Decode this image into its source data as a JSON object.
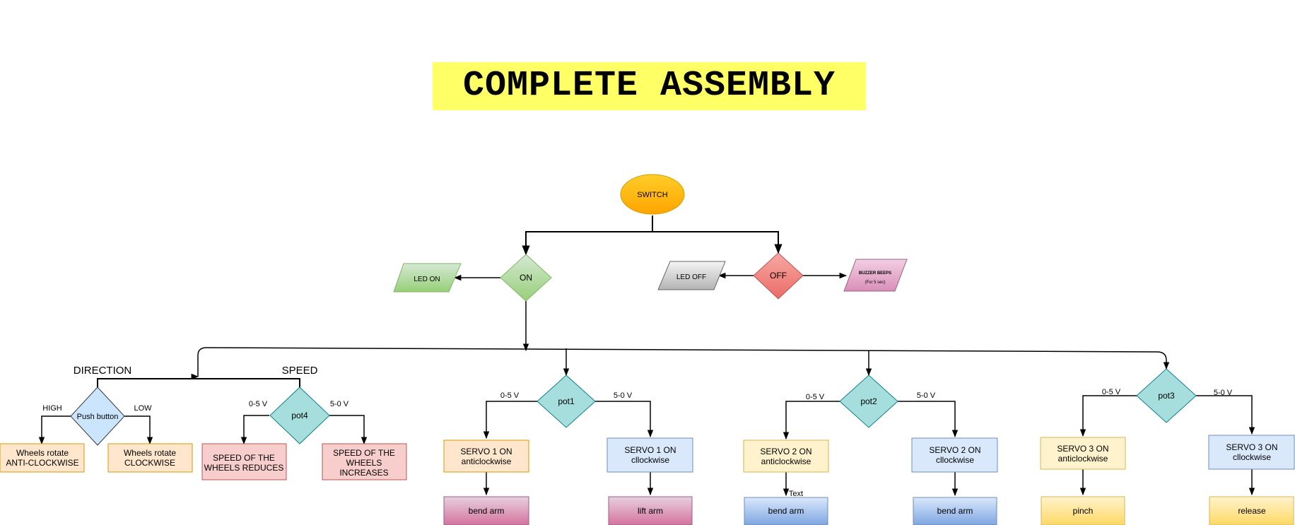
{
  "title": "COMPLETE ASSEMBLY",
  "colors": {
    "title_bg": "#ffff66",
    "switch": "#ffb300",
    "on_node": "#b5d98e",
    "off_node": "#ea6b66",
    "led_on": "#a9d18e",
    "led_off": "#cccccc",
    "buzzer": "#e6a0c4",
    "decision_teal": "#a6dede",
    "push_button": "#cce5ff",
    "orange_box": "#ffe6cc",
    "red_box": "#f8cecc",
    "blue_box": "#dae8fc",
    "yellow_box": "#fff2cc",
    "pink_action": "#e0a0c0",
    "blue_action": "#a9c4eb",
    "yellow_action": "#ffe07a"
  },
  "nodes": {
    "switch": "SWITCH",
    "on": "ON",
    "off": "OFF",
    "led_on": "LED ON",
    "led_off": "LED OFF",
    "buzzer_title": "BUZZER BEEPS",
    "buzzer_sub": "(For 5 sec)",
    "direction": "DIRECTION",
    "speed": "SPEED",
    "push_button": "Push button",
    "high": "HIGH",
    "low": "LOW",
    "wheels_anticlockwise": [
      "Wheels rotate",
      "ANTI-CLOCKWISE"
    ],
    "wheels_clockwise": [
      "Wheels rotate",
      "CLOCKWISE"
    ],
    "pot4": "pot4",
    "speed_reduces": [
      "SPEED OF THE",
      "WHEELS  REDUCES"
    ],
    "speed_increases": [
      "SPEED OF THE",
      "WHEELS",
      "INCREASES"
    ],
    "pot1": "pot1",
    "servo1_anti": [
      "SERVO 1 ON",
      "anticlockwise"
    ],
    "servo1_clock": [
      "SERVO 1 ON",
      "cllockwise"
    ],
    "bend_arm_1": "bend arm",
    "lift_arm": "lift arm",
    "pot2": "pot2",
    "servo2_anti": [
      "SERVO 2 ON",
      "anticlockwise"
    ],
    "servo2_clock": [
      "SERVO 2 ON",
      "cllockwise"
    ],
    "bend_arm_2": "bend arm",
    "bend_arm_3": "bend arm",
    "stray_text": "Text",
    "pot3": "pot3",
    "servo3_anti": [
      "SERVO 3 ON",
      "anticlockwise"
    ],
    "servo3_clock": [
      "SERVO 3 ON",
      "cllockwise"
    ],
    "pinch": "pinch",
    "release": "release",
    "v_low": "0-5 V",
    "v_high": "5-0 V"
  }
}
